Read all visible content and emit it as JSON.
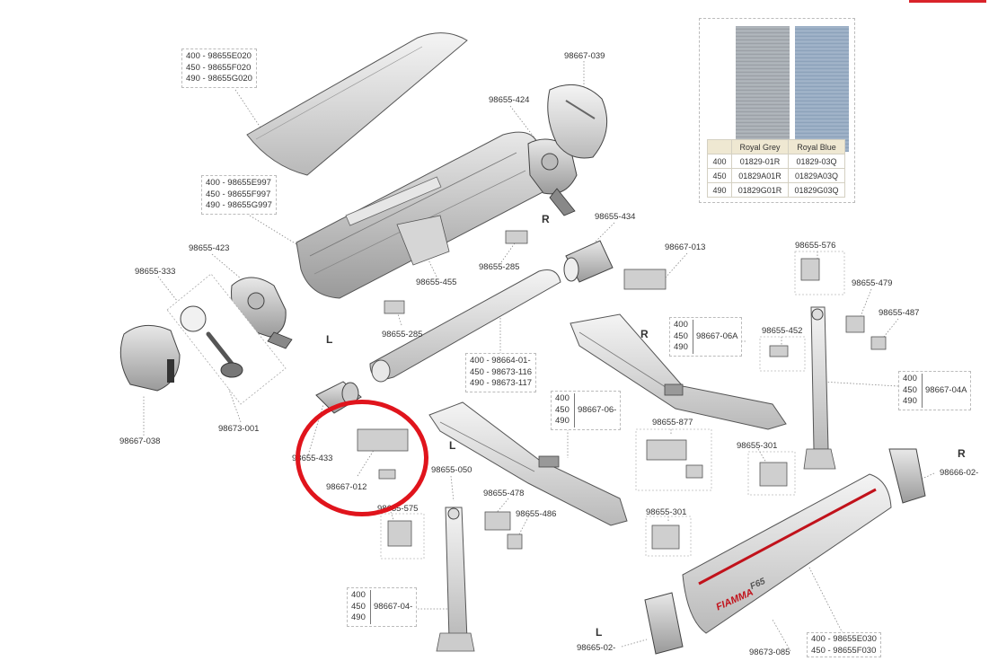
{
  "labels": {
    "p98667_039": "98667-039",
    "p98655_424": "98655-424",
    "p98655_434": "98655-434",
    "p98655_285a": "98655-285",
    "p98655_455": "98655-455",
    "p98655_423": "98655-423",
    "p98655_333": "98655-333",
    "p98655_285b": "98655-285",
    "p98667_038": "98667-038",
    "p98673_001": "98673-001",
    "p98667_013": "98667-013",
    "p98655_576": "98655-576",
    "p98655_479": "98655-479",
    "p98655_487": "98655-487",
    "p98655_452": "98655-452",
    "p98655_433": "98655-433",
    "p98667_012": "98667-012",
    "p98655_050": "98655-050",
    "p98655_575": "98655-575",
    "p98655_478": "98655-478",
    "p98655_486": "98655-486",
    "p98655_877": "98655-877",
    "p98655_301a": "98655-301",
    "p98655_301b": "98655-301",
    "p98666_02": "98666-02-",
    "p98665_02": "98665-02-",
    "p98673_085": "98673-085"
  },
  "boxes": {
    "cover": [
      "400 - 98655E020",
      "450 - 98655F020",
      "490 - 98655G020"
    ],
    "case": [
      "400 - 98655E997",
      "450 - 98655F997",
      "490 - 98655G997"
    ],
    "roller": [
      "400 - 98664-01-",
      "450 - 98673-116",
      "490 - 98673-117"
    ],
    "front": [
      "400 - 98655E030",
      "450 - 98655F030"
    ],
    "arm_r": {
      "sizes": [
        "400",
        "450",
        "490"
      ],
      "code": "98667-06A"
    },
    "leg_r": {
      "sizes": [
        "400",
        "450",
        "490"
      ],
      "code": "98667-04A"
    },
    "arm_l": {
      "sizes": [
        "400",
        "450",
        "490"
      ],
      "code": "98667-06-"
    },
    "leg_l": {
      "sizes": [
        "400",
        "450",
        "490"
      ],
      "code": "98667-04-"
    }
  },
  "sides": {
    "r1": "R",
    "r2": "R",
    "r3": "R",
    "l1": "L",
    "l2": "L",
    "l3": "L"
  },
  "fabric": {
    "headers": [
      "",
      "Royal Grey",
      "Royal Blue"
    ],
    "rows": [
      [
        "400",
        "01829-01R",
        "01829-03Q"
      ],
      [
        "450",
        "01829A01R",
        "01829A03Q"
      ],
      [
        "490",
        "01829G01R",
        "01829G03Q"
      ]
    ]
  },
  "brand": {
    "name": "FIAMMA",
    "model": "F65"
  },
  "colors": {
    "highlight": "#e0141c",
    "accent_tab": "#d9232a",
    "brand": "#c1121b"
  }
}
